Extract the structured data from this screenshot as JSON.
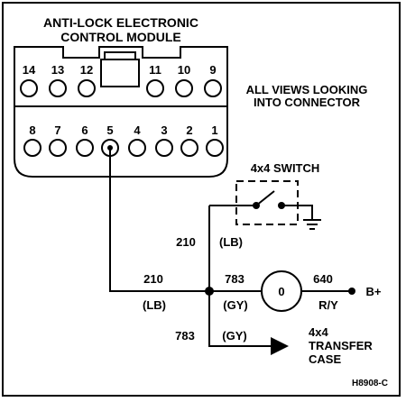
{
  "module": {
    "title_line1": "ANTI-LOCK ELECTRONIC",
    "title_line2": "CONTROL MODULE"
  },
  "connector": {
    "top_row_pins": [
      "14",
      "13",
      "12",
      "11",
      "10",
      "9"
    ],
    "bottom_row_pins": [
      "8",
      "7",
      "6",
      "5",
      "4",
      "3",
      "2",
      "1"
    ]
  },
  "view_note": {
    "line1": "ALL VIEWS LOOKING",
    "line2": "INTO CONNECTOR"
  },
  "switch": {
    "label": "4x4 SWITCH"
  },
  "circuits": {
    "c210_upper_num": "210",
    "c210_upper_color": "(LB)",
    "c210_lower_num": "210",
    "c210_lower_color": "(LB)",
    "c783_upper_num": "783",
    "c783_upper_color": "(GY)",
    "c640_num": "640",
    "c640_color": "R/Y",
    "bplus": "B+",
    "c783_lower_num": "783",
    "c783_lower_color": "(GY)"
  },
  "lamp": {
    "symbol": "0"
  },
  "transfer_case": {
    "line1": "4x4",
    "line2": "TRANSFER",
    "line3": "CASE"
  },
  "figure_id": "H8908-C"
}
